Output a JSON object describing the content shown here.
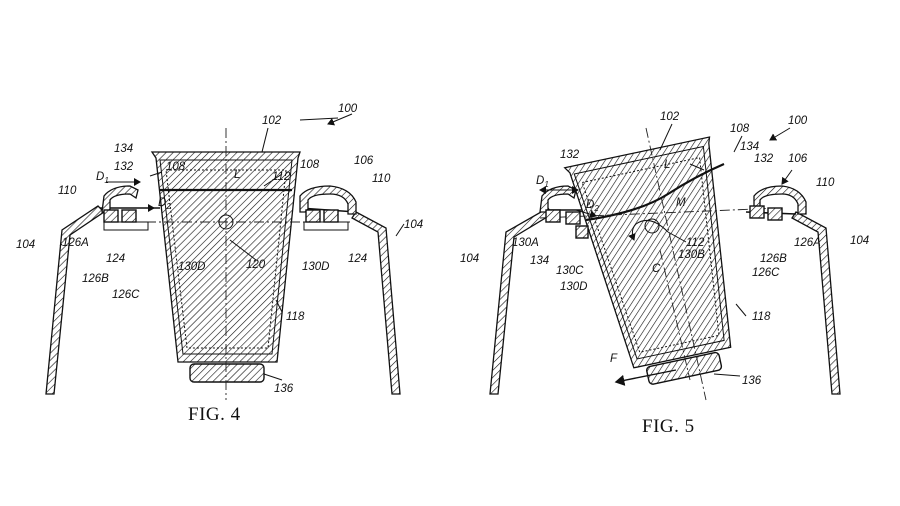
{
  "figures": [
    {
      "caption": "FIG. 4",
      "labels": {
        "assembly": "100",
        "cup": "102",
        "housing_left": "104",
        "housing_right": "104",
        "lid_arrow": "106",
        "rim_left": "108",
        "rim_right": "108",
        "cap_left": "110",
        "cap_right": "110",
        "liquid": "112",
        "liner": "118",
        "axis": "120",
        "pad": "136",
        "ring_left": "124",
        "ring_right": "124",
        "s126a": "126A",
        "s126b": "126B",
        "s126c": "126C",
        "s130d_left": "130D",
        "s130d_right": "130D",
        "s132": "132",
        "s134": "134",
        "d1_main": "D",
        "d1_sub": "1",
        "d2_main": "D",
        "d2_sub": "2",
        "level": "L"
      }
    },
    {
      "caption": "FIG. 5",
      "labels": {
        "assembly": "100",
        "cup": "102",
        "housing_left": "104",
        "housing_right": "104",
        "lid_arrow": "106",
        "rim": "108",
        "cap": "110",
        "liquid": "112",
        "liner": "118",
        "pad": "136",
        "s126a": "126A",
        "s126b": "126B",
        "s126c": "126C",
        "s130a": "130A",
        "s130b": "130B",
        "s130c": "130C",
        "s130d": "130D",
        "s132_left": "132",
        "s132_right": "132",
        "s134_left": "134",
        "s134_right": "134",
        "d1_main": "D",
        "d1_sub": "1",
        "d2_main": "D",
        "d2_sub": "2",
        "level": "L",
        "mass": "M",
        "center": "C",
        "force": "F"
      }
    }
  ]
}
